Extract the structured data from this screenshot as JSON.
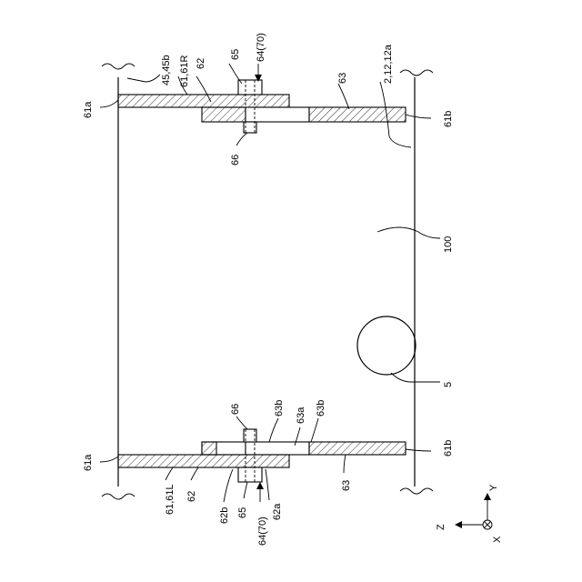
{
  "labels": {
    "l_61a_top": "61a",
    "l_61a_bot": "61a",
    "l_61b_top": "61b",
    "l_61b_bot": "61b",
    "l_45": "45,45b",
    "l_61R": "61,61R",
    "l_62_top": "62",
    "l_65_top": "65",
    "l_64_top": "64(70)",
    "l_63_top": "63",
    "l_2": "2,12,12a",
    "l_66_top": "66",
    "l_100": "100",
    "l_5": "5",
    "l_66_bot": "66",
    "l_63b_a": "63b",
    "l_63a": "63a",
    "l_63b_b": "63b",
    "l_61L": "61,61L",
    "l_62_bot": "62",
    "l_62b": "62b",
    "l_65_bot": "65",
    "l_64_bot": "64(70)",
    "l_62a": "62a",
    "l_63_bot": "63"
  },
  "axes": {
    "z": "Z",
    "y": "Y",
    "x": "X"
  }
}
